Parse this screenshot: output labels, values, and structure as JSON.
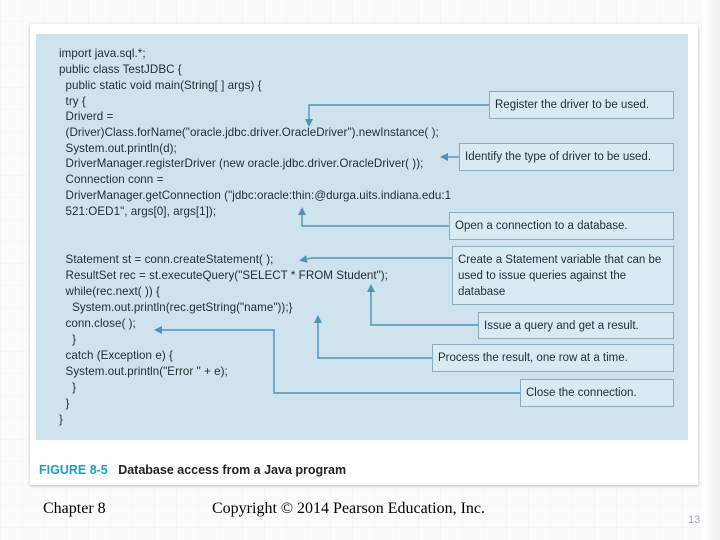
{
  "figure": {
    "code_lines": [
      "import java.sql.*;",
      "public class TestJDBC {",
      "  public static void main(String[ ] args) {",
      "  try {",
      "  Driverd =",
      "  (Driver)Class.forName(\"oracle.jdbc.driver.OracleDriver\").newInstance( );",
      "  System.out.println(d);",
      "  DriverManager.registerDriver (new oracle.jdbc.driver.OracleDriver( ));",
      "  Connection conn =",
      "  DriverManager.getConnection (\"jdbc:oracle:thin:@durga.uits.indiana.edu:1",
      "  521:OED1\", args[0], args[1]);",
      "",
      "  Statement st = conn.createStatement( );",
      "  ResultSet rec = st.executeQuery(\"SELECT * FROM Student\");",
      "  while(rec.next( )) {",
      "    System.out.println(rec.getString(\"name\"));}",
      "  conn.close( );",
      "    }",
      "  catch (Exception e) {",
      "  System.out.println(\"Error \" + e);",
      "    }",
      "  }",
      "}"
    ],
    "callouts": [
      "Register the driver to be used.",
      "Identify the type of driver to be used.",
      "Open a connection to a database.",
      "Create a Statement variable that can be used to issue queries against the database",
      "Issue a query and get a result.",
      "Process the result, one row at a time.",
      "Close the connection."
    ],
    "caption_label": "FIGURE 8-5",
    "caption_title": "Database access from a Java program"
  },
  "footer": {
    "chapter": "Chapter 8",
    "copyright": "Copyright © 2014 Pearson Education, Inc.",
    "page_number": "13"
  },
  "colors": {
    "code_panel": "#cfe3ee",
    "callout_bg": "#d9ebf2",
    "arrow": "#4f93b6",
    "caption_label": "#1aa0c8"
  }
}
